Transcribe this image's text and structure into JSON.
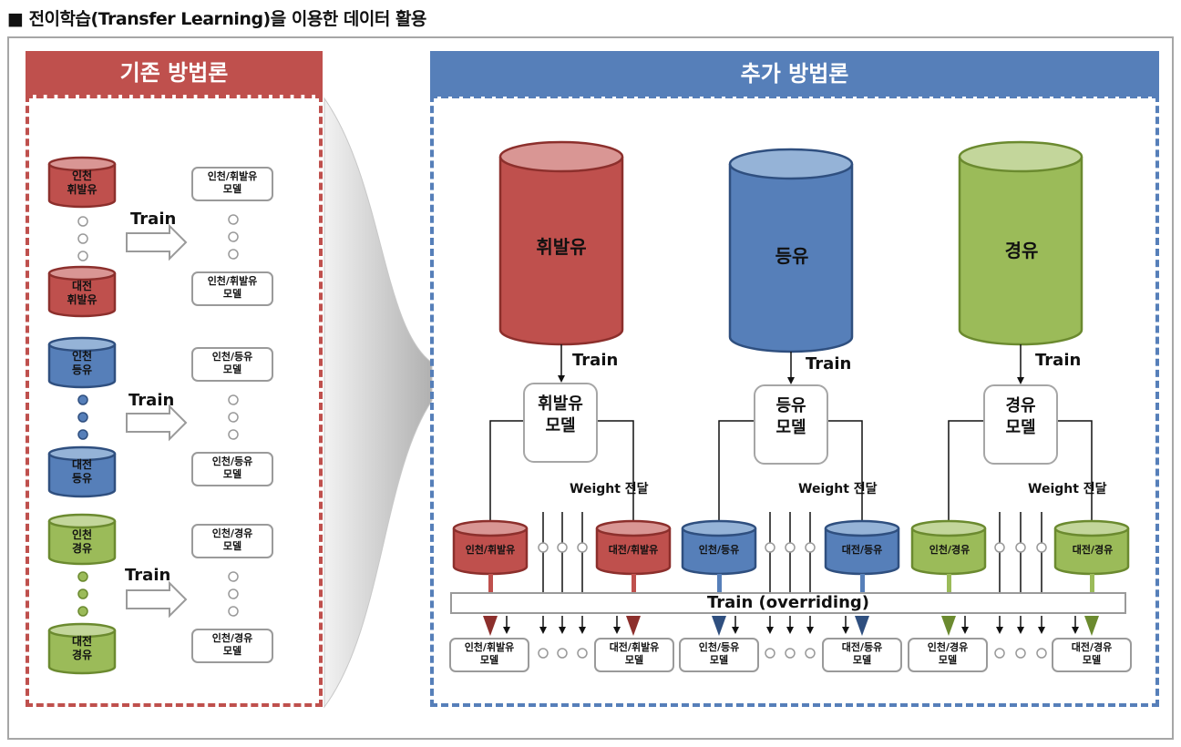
{
  "heading": "■ 전이학습(Transfer Learning)을 이용한 데이터 활용",
  "left_header": "기존 방법론",
  "right_header": "추가 방법론",
  "train_label": "Train",
  "weight_label": "Weight 전달",
  "overriding_label": "Train (overriding)",
  "left_groups": [
    {
      "top_cyl": [
        "인천",
        "휘발유"
      ],
      "bottom_cyl": [
        "대전",
        "휘발유"
      ],
      "top_model": [
        "인천/휘발유",
        "모델"
      ],
      "bottom_model": [
        "인천/휘발유",
        "모델"
      ]
    },
    {
      "top_cyl": [
        "인천",
        "등유"
      ],
      "bottom_cyl": [
        "대전",
        "등유"
      ],
      "top_model": [
        "인천/등유",
        "모델"
      ],
      "bottom_model": [
        "인천/등유",
        "모델"
      ]
    },
    {
      "top_cyl": [
        "인천",
        "경유"
      ],
      "bottom_cyl": [
        "대전",
        "경유"
      ],
      "top_model": [
        "인천/경유",
        "모델"
      ],
      "bottom_model": [
        "인천/경유",
        "모델"
      ]
    }
  ],
  "right_groups": [
    {
      "big_cyl": "휘발유",
      "model": [
        "휘발유",
        "모델"
      ],
      "small_left": "인천/휘발유",
      "small_right": "대전/휘발유",
      "out_left": [
        "인천/휘발유",
        "모델"
      ],
      "out_right": [
        "대전/휘발유",
        "모델"
      ]
    },
    {
      "big_cyl": "등유",
      "model": [
        "등유",
        "모델"
      ],
      "small_left": "인천/등유",
      "small_right": "대전/등유",
      "out_left": [
        "인천/등유",
        "모델"
      ],
      "out_right": [
        "대전/등유",
        "모델"
      ]
    },
    {
      "big_cyl": "경유",
      "model": [
        "경유",
        "모델"
      ],
      "small_left": "인천/경유",
      "small_right": "대전/경유",
      "out_left": [
        "인천/경유",
        "모델"
      ],
      "out_right": [
        "대전/경유",
        "모델"
      ]
    }
  ],
  "colors": {
    "red": "#bf504d",
    "red_light": "#d99694",
    "red_dark": "#8c2f2c",
    "blue": "#567fb9",
    "blue_light": "#95b3d7",
    "blue_dark": "#2f4f7f",
    "green": "#9bbb59",
    "green_light": "#c3d69b",
    "green_dark": "#6b8a2f",
    "gray": "#a6a6a6"
  }
}
